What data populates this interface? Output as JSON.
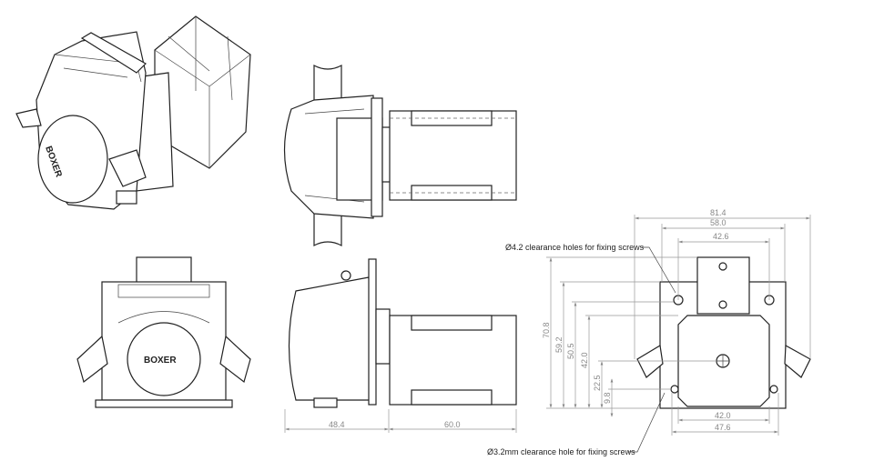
{
  "drawing": {
    "brand": "BOXER",
    "notes": {
      "clearance_holes": "Ø4.2 clearance holes for fixing screws",
      "clearance_hole": "Ø3.2mm clearance hole for fixing screws"
    },
    "side_dimensions": {
      "head_length": "48.4",
      "motor_length": "60.0"
    },
    "end_view_dimensions": {
      "overall_width": "81.4",
      "bracket_width": "58.0",
      "hole_spacing_top": "42.6",
      "overall_height": "70.8",
      "height_59": "59.2",
      "height_50": "50.5",
      "height_42": "42.0",
      "shaft_height": "22.5",
      "hole_height": "9.8",
      "motor_width": "42.0",
      "hole_spacing_bottom": "47.6"
    }
  }
}
